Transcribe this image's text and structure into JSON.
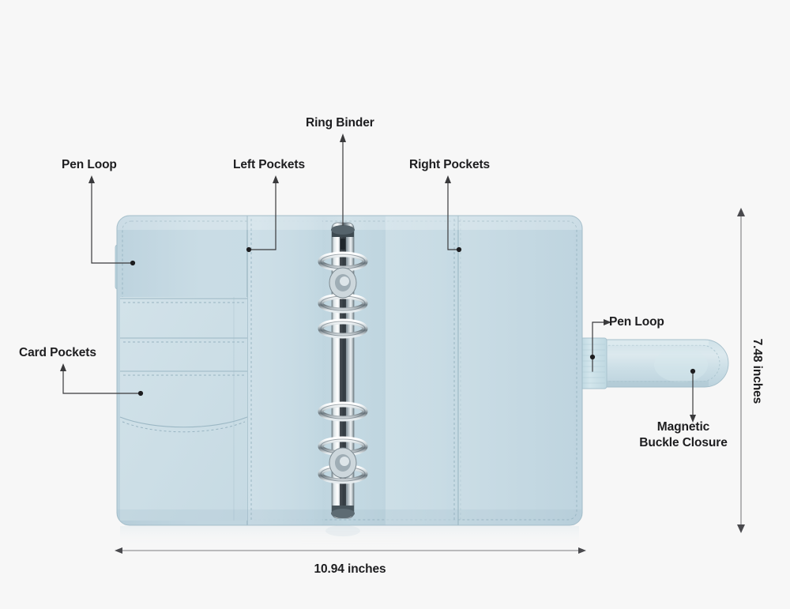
{
  "diagram": {
    "title": "Leather Ring Binder Planner Feature Diagram",
    "background_color": "#f7f7f7",
    "product_color": "#c6dae3",
    "label_color": "#1d1d1f"
  },
  "labels": {
    "pen_loop_left": "Pen Loop",
    "left_pockets": "Left Pockets",
    "ring_binder": "Ring Binder",
    "right_pockets": "Right Pockets",
    "card_pockets": "Card Pockets",
    "pen_loop_right": "Pen Loop",
    "magnetic_line1": "Magnetic",
    "magnetic_line2": "Buckle Closure"
  },
  "dimensions": {
    "width_label": "10.94 inches",
    "height_label": "7.48 inches"
  },
  "product": {
    "rings_count": 6,
    "card_slots": 3
  }
}
